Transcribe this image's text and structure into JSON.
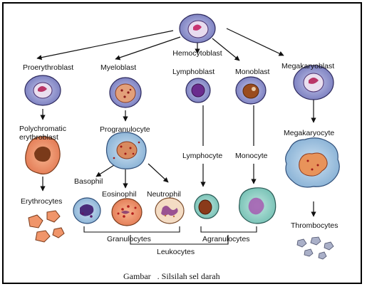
{
  "title": "",
  "cells": {
    "hemocytoblast": "Hemocytoblast",
    "proerythroblast": "Proerythroblast",
    "myeloblast": "Myeloblast",
    "lymphoblast": "Lymphoblast",
    "monoblast": "Monoblast",
    "megakaryoblast": "Megakaryoblast",
    "polychromatic_line1": "Polychromatic",
    "polychromatic_line2": "erythroblast",
    "progranulocyte": "Progranulocyte",
    "lymphocyte": "Lymphocyte",
    "monocyte": "Monocyte",
    "megakaryocyte": "Megakaryocyte",
    "basophil": "Basophil",
    "eosinophil": "Eosinophil",
    "neutrophil": "Neutrophil",
    "erythrocytes": "Erythrocytes",
    "thrombocytes": "Thrombocytes"
  },
  "groups": {
    "granulocytes": "Granulocytes",
    "agranulocytes": "Agranulocytes",
    "leukocytes": "Leukocytes"
  },
  "caption": "Gambar   . Silsilah sel darah",
  "colors": {
    "blast_cytoplasm": "#8c8fc9",
    "blast_nucleus": "#d9c9e6",
    "erythro_orange": "#f0956a",
    "granule_red": "#c0392b",
    "monocyte_teal": "#8fcfc4",
    "megakaryocyte_blue": "#9ec3df",
    "platelet_gray": "#aab0c8"
  }
}
